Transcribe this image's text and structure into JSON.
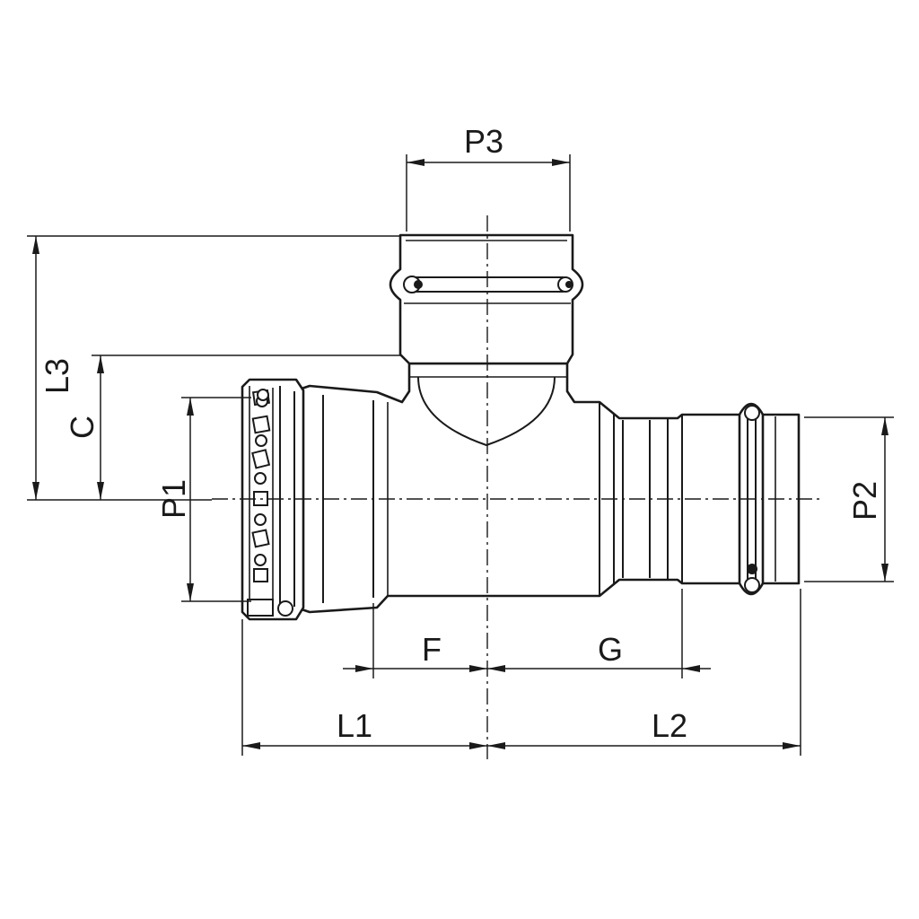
{
  "drawing": {
    "dimensions": {
      "p3": "P3",
      "l3": "L3",
      "c": "C",
      "p1": "P1",
      "p2": "P2",
      "f": "F",
      "g": "G",
      "l1": "L1",
      "l2": "L2"
    },
    "colors": {
      "line": "#1a1a1a",
      "background": "#ffffff"
    }
  }
}
